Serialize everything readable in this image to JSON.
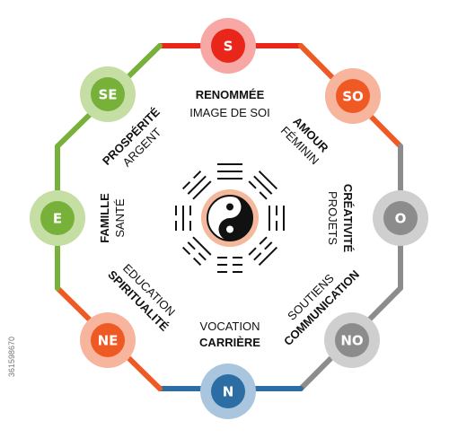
{
  "colors": {
    "S": "#e8271a",
    "SO": "#ef5a24",
    "O": "#8c8c8c",
    "NO": "#8c8c8c",
    "N": "#2c6ea3",
    "NE": "#ef5a24",
    "E": "#78b13a",
    "SE": "#78b13a",
    "halo_S": "#f7a8a4",
    "halo_SO": "#f6b59c",
    "halo_O": "#cfcfcf",
    "halo_NO": "#cfcfcf",
    "halo_N": "#a9c6de",
    "halo_NE": "#f6b59c",
    "halo_E": "#c4dea4",
    "halo_SE": "#c4dea4",
    "ring_S_SO": "#e8271a",
    "ring_SO_O": "#ef5a24",
    "ring_O_NO": "#8c8c8c",
    "ring_NO_N": "#8c8c8c",
    "ring_N_NE": "#2c6ea3",
    "ring_NE_E": "#ef5a24",
    "ring_E_SE": "#78b13a",
    "ring_SE_S": "#78b13a",
    "yinyang_halo": "#f4b89c"
  },
  "directions": {
    "S": "S",
    "SO": "SO",
    "O": "O",
    "NO": "NO",
    "N": "N",
    "NE": "NE",
    "E": "E",
    "SE": "SE"
  },
  "areas": {
    "renommee": {
      "bold": "RENOMMÉE",
      "light": "IMAGE DE SOI"
    },
    "amour": {
      "bold": "AMOUR",
      "light": "FÉMININ"
    },
    "creativite": {
      "bold": "CRÉATIVITÉ",
      "light": "PROJETS"
    },
    "communication": {
      "bold": "COMMUNICATION",
      "light": "SOUTIENS"
    },
    "carriere": {
      "bold": "CARRIÈRE",
      "light": "VOCATION"
    },
    "spiritualite": {
      "bold": "SPIRITUALITÉ",
      "light": "EDUCATION"
    },
    "famille": {
      "bold": "FAMILLE",
      "light": "SANTÉ"
    },
    "prosperite": {
      "bold": "PROSPÉRITÉ",
      "light": "ARGENT"
    }
  },
  "center_icon": "yin-yang-icon",
  "stock_id": "361598670"
}
